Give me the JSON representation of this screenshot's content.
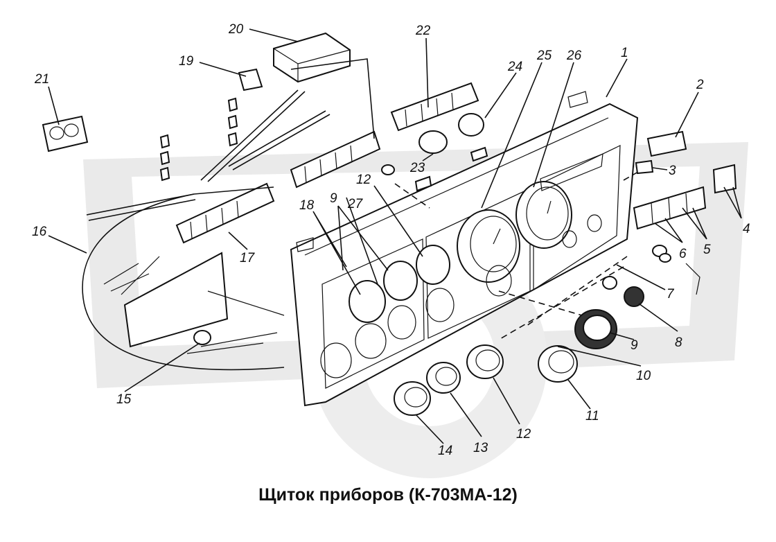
{
  "title": "Щиток приборов (К-703МА-12)",
  "watermark_color": "#e6e6e6",
  "callouts": [
    "1",
    "2",
    "3",
    "4",
    "5",
    "6",
    "7",
    "8",
    "9",
    "10",
    "11",
    "12",
    "13",
    "14",
    "15",
    "16",
    "17",
    "18",
    "19",
    "20",
    "21",
    "22",
    "23",
    "24",
    "25",
    "26",
    "27",
    "9",
    "12"
  ]
}
